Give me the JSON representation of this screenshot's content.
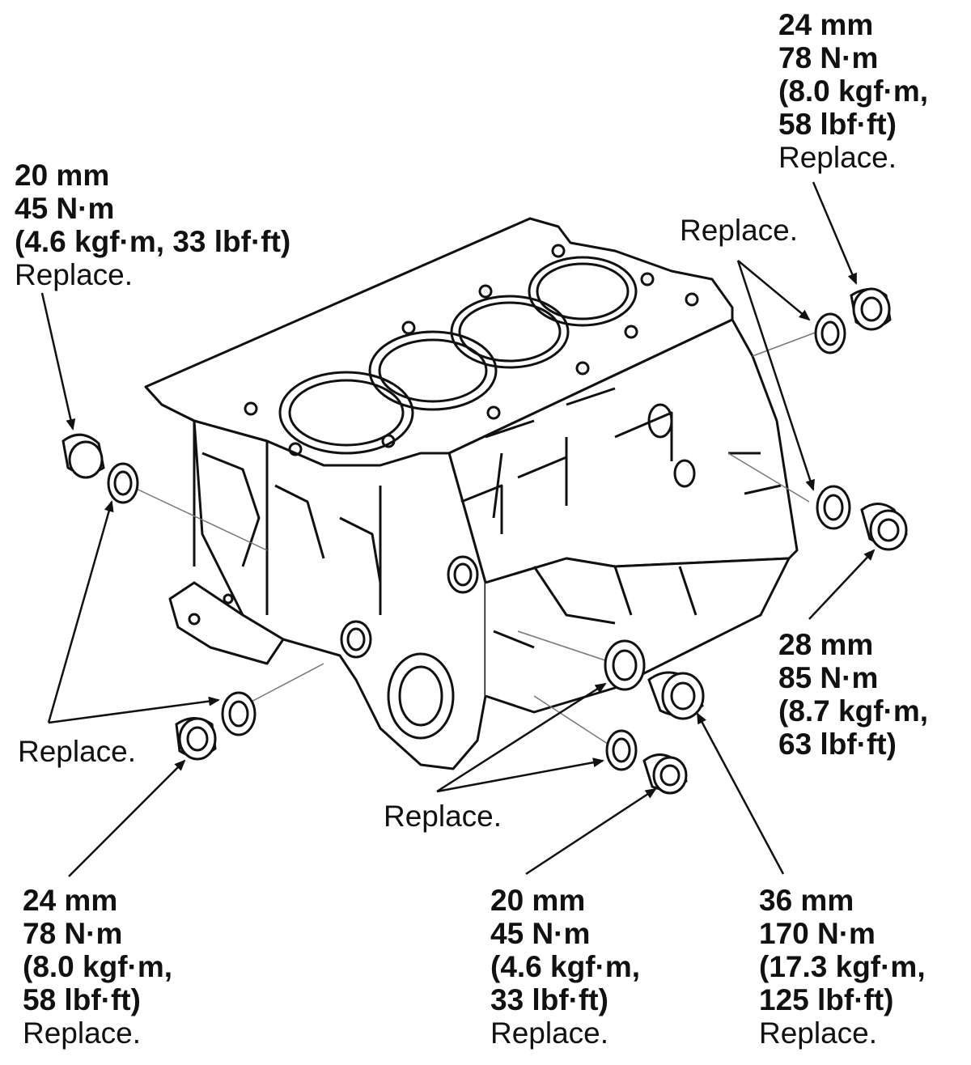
{
  "callouts": {
    "top_right": {
      "size": "24 mm",
      "torque_nm": "78 N·m",
      "kgf": "(8.0 kgf·m,",
      "lbf": "58 lbf·ft)",
      "note": "Replace."
    },
    "top_left": {
      "size": "20 mm",
      "torque_nm": "45 N·m",
      "kgf_lbf": "(4.6 kgf·m, 33 lbf·ft)",
      "note": "Replace."
    },
    "right_mid": {
      "size": "28 mm",
      "torque_nm": "85 N·m",
      "kgf": "(8.7 kgf·m,",
      "lbf": "63 lbf·ft)"
    },
    "bottom_left": {
      "size": "24 mm",
      "torque_nm": "78 N·m",
      "kgf": "(8.0 kgf·m,",
      "lbf": "58 lbf·ft)",
      "note": "Replace."
    },
    "bottom_mid": {
      "size": "20 mm",
      "torque_nm": "45 N·m",
      "kgf": "(4.6 kgf·m,",
      "lbf": "33 lbf·ft)",
      "note": "Replace."
    },
    "bottom_right": {
      "size": "36 mm",
      "torque_nm": "170 N·m",
      "kgf": "(17.3 kgf·m,",
      "lbf": "125 lbf·ft)",
      "note": "Replace."
    }
  },
  "washer_labels": {
    "upper_right": "Replace.",
    "left": "Replace.",
    "bottom_center": "Replace."
  },
  "colors": {
    "line": "#111111",
    "background": "#ffffff"
  }
}
